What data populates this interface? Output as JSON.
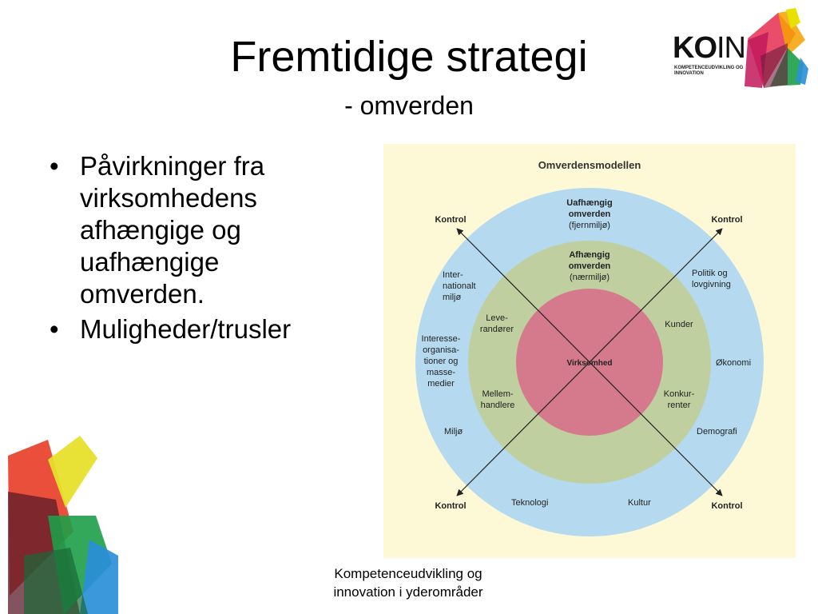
{
  "slide": {
    "title": "Fremtidige strategi",
    "subtitle": "- omverden",
    "bullets": [
      "Påvirkninger fra virksomhedens afhængige og uafhængige omverden.",
      "Muligheder/trusler"
    ],
    "footer_line1": "Kompetenceudvikling og",
    "footer_line2": "innovation i yderområder"
  },
  "logo": {
    "ko": "KO",
    "in": "IN",
    "sub_line1": "KOMPETENCEUDVIKLING OG",
    "sub_line2": "INNOVATION"
  },
  "diagram": {
    "title": "Omverdensmodellen",
    "outer_ring_label": [
      "Uafhængig",
      "omverden",
      "(fjernmiljø)"
    ],
    "inner_ring_label": [
      "Afhængig",
      "omverden",
      "(nærmiljø)"
    ],
    "center_label": "Virksomhed",
    "corner_labels": [
      "Kontrol",
      "Kontrol",
      "Kontrol",
      "Kontrol"
    ],
    "outer_factors": {
      "internationalt": [
        "Inter-",
        "nationalt",
        "miljø"
      ],
      "politik": [
        "Politik og",
        "lovgivning"
      ],
      "interesse": [
        "Interesse-",
        "organisa-",
        "tioner og",
        "masse-",
        "medier"
      ],
      "okonomi": [
        "Økonomi"
      ],
      "miljo": [
        "Miljø"
      ],
      "demografi": [
        "Demografi"
      ],
      "teknologi": [
        "Teknologi"
      ],
      "kultur": [
        "Kultur"
      ]
    },
    "inner_factors": {
      "leverandorer": [
        "Leve-",
        "randører"
      ],
      "kunder": [
        "Kunder"
      ],
      "mellemhandlere": [
        "Mellem-",
        "handlere"
      ],
      "konkurrenter": [
        "Konkur-",
        "renter"
      ]
    },
    "colors": {
      "panel": "#fdf9d7",
      "outer_ring": "#b5daf0",
      "inner_ring": "#bfcf9f",
      "center": "#d47a8c"
    }
  }
}
